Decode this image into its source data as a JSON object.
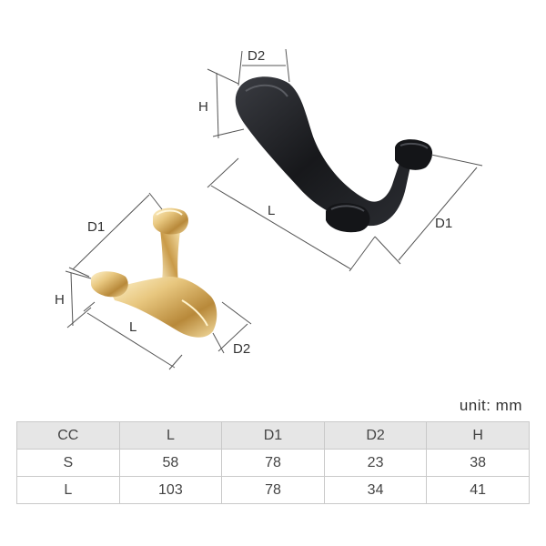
{
  "illustration": {
    "gold_hook": {
      "labels": {
        "d1": "D1",
        "h": "H",
        "l": "L",
        "d2": "D2"
      }
    },
    "black_hook": {
      "labels": {
        "d2": "D2",
        "h": "H",
        "l": "L",
        "d1": "D1"
      }
    },
    "colors": {
      "gold": "#e2c07a",
      "black": "#1c1d20",
      "dimension_line": "#555555"
    }
  },
  "unit_label": "unit: mm",
  "table": {
    "headers": [
      "CC",
      "L",
      "D1",
      "D2",
      "H"
    ],
    "rows": [
      [
        "S",
        "58",
        "78",
        "23",
        "38"
      ],
      [
        "L",
        "103",
        "78",
        "34",
        "41"
      ]
    ]
  }
}
